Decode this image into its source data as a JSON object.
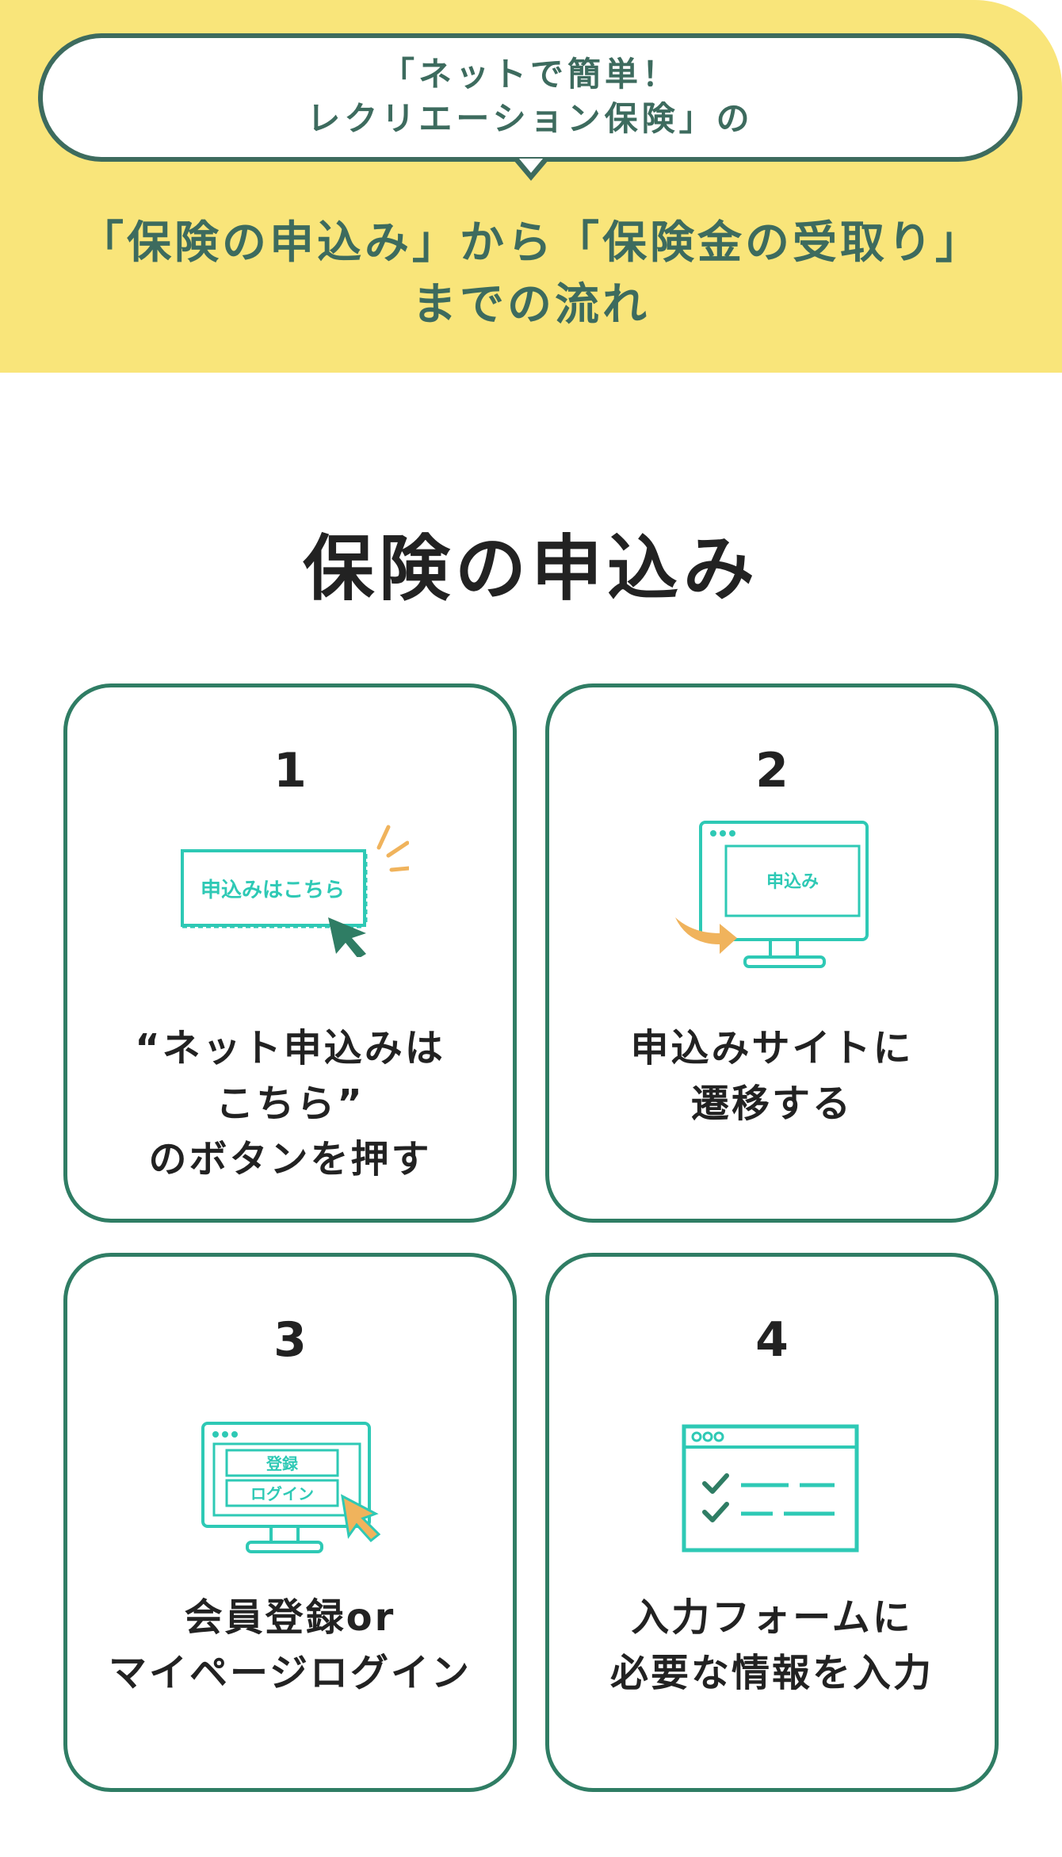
{
  "hero": {
    "bubble_line1": "「ネットで簡単！",
    "bubble_line2": "レクリエーション保険」の",
    "title_line1": "「保険の申込み」から「保険金の受取り」",
    "title_line2": "までの流れ"
  },
  "section": {
    "title": "保険の申込み"
  },
  "steps": [
    {
      "number": "1",
      "icon": "click-apply-button-icon",
      "icon_label": "申込みはこちら",
      "lines": [
        "“ネット申込みは",
        "こちら”",
        "のボタンを押す"
      ]
    },
    {
      "number": "2",
      "icon": "monitor-redirect-icon",
      "icon_label": "申込み",
      "lines": [
        "申込みサイトに",
        "遷移する"
      ]
    },
    {
      "number": "3",
      "icon": "monitor-login-icon",
      "icon_label_register": "登録",
      "icon_label_login": "ログイン",
      "lines": [
        "会員登録or",
        "マイページログイン"
      ]
    },
    {
      "number": "4",
      "icon": "form-checklist-icon",
      "lines": [
        "入力フォームに",
        "必要な情報を入力"
      ]
    }
  ],
  "colors": {
    "hero_bg": "#f9e57a",
    "accent_green": "#3d6b5e",
    "card_border": "#2f7d64",
    "icon_teal": "#2ec9b5",
    "icon_orange": "#f0b35c"
  }
}
